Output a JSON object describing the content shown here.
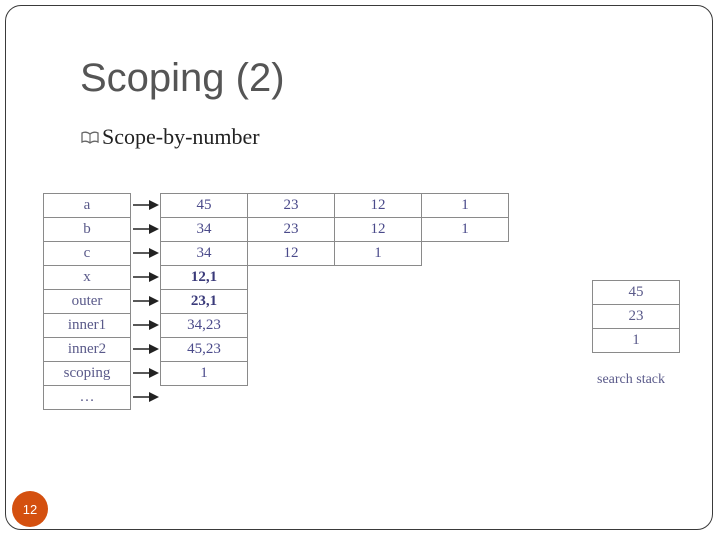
{
  "slide": {
    "title": "Scoping (2)",
    "bullet_icon": "open-book-icon",
    "bullet_text": "Scope-by-number",
    "page_number": "12",
    "accent_color": "#d4500f"
  },
  "diagram": {
    "rows": [
      {
        "label": "a",
        "values": [
          "45",
          "23",
          "12",
          "1"
        ],
        "bold": false
      },
      {
        "label": "b",
        "values": [
          "34",
          "23",
          "12",
          "1"
        ],
        "bold": false
      },
      {
        "label": "c",
        "values": [
          "34",
          "12",
          "1"
        ],
        "bold": false
      },
      {
        "label": "x",
        "values": [
          "12,1"
        ],
        "bold": true
      },
      {
        "label": "outer",
        "values": [
          "23,1"
        ],
        "bold": true
      },
      {
        "label": "inner1",
        "values": [
          "34,23"
        ],
        "bold": false
      },
      {
        "label": "inner2",
        "values": [
          "45,23"
        ],
        "bold": false
      },
      {
        "label": "scoping",
        "values": [
          "1"
        ],
        "bold": false
      },
      {
        "label": "…",
        "values": [],
        "bold": false
      }
    ],
    "search_stack": [
      "45",
      "23",
      "1"
    ],
    "search_stack_label": "search stack"
  }
}
